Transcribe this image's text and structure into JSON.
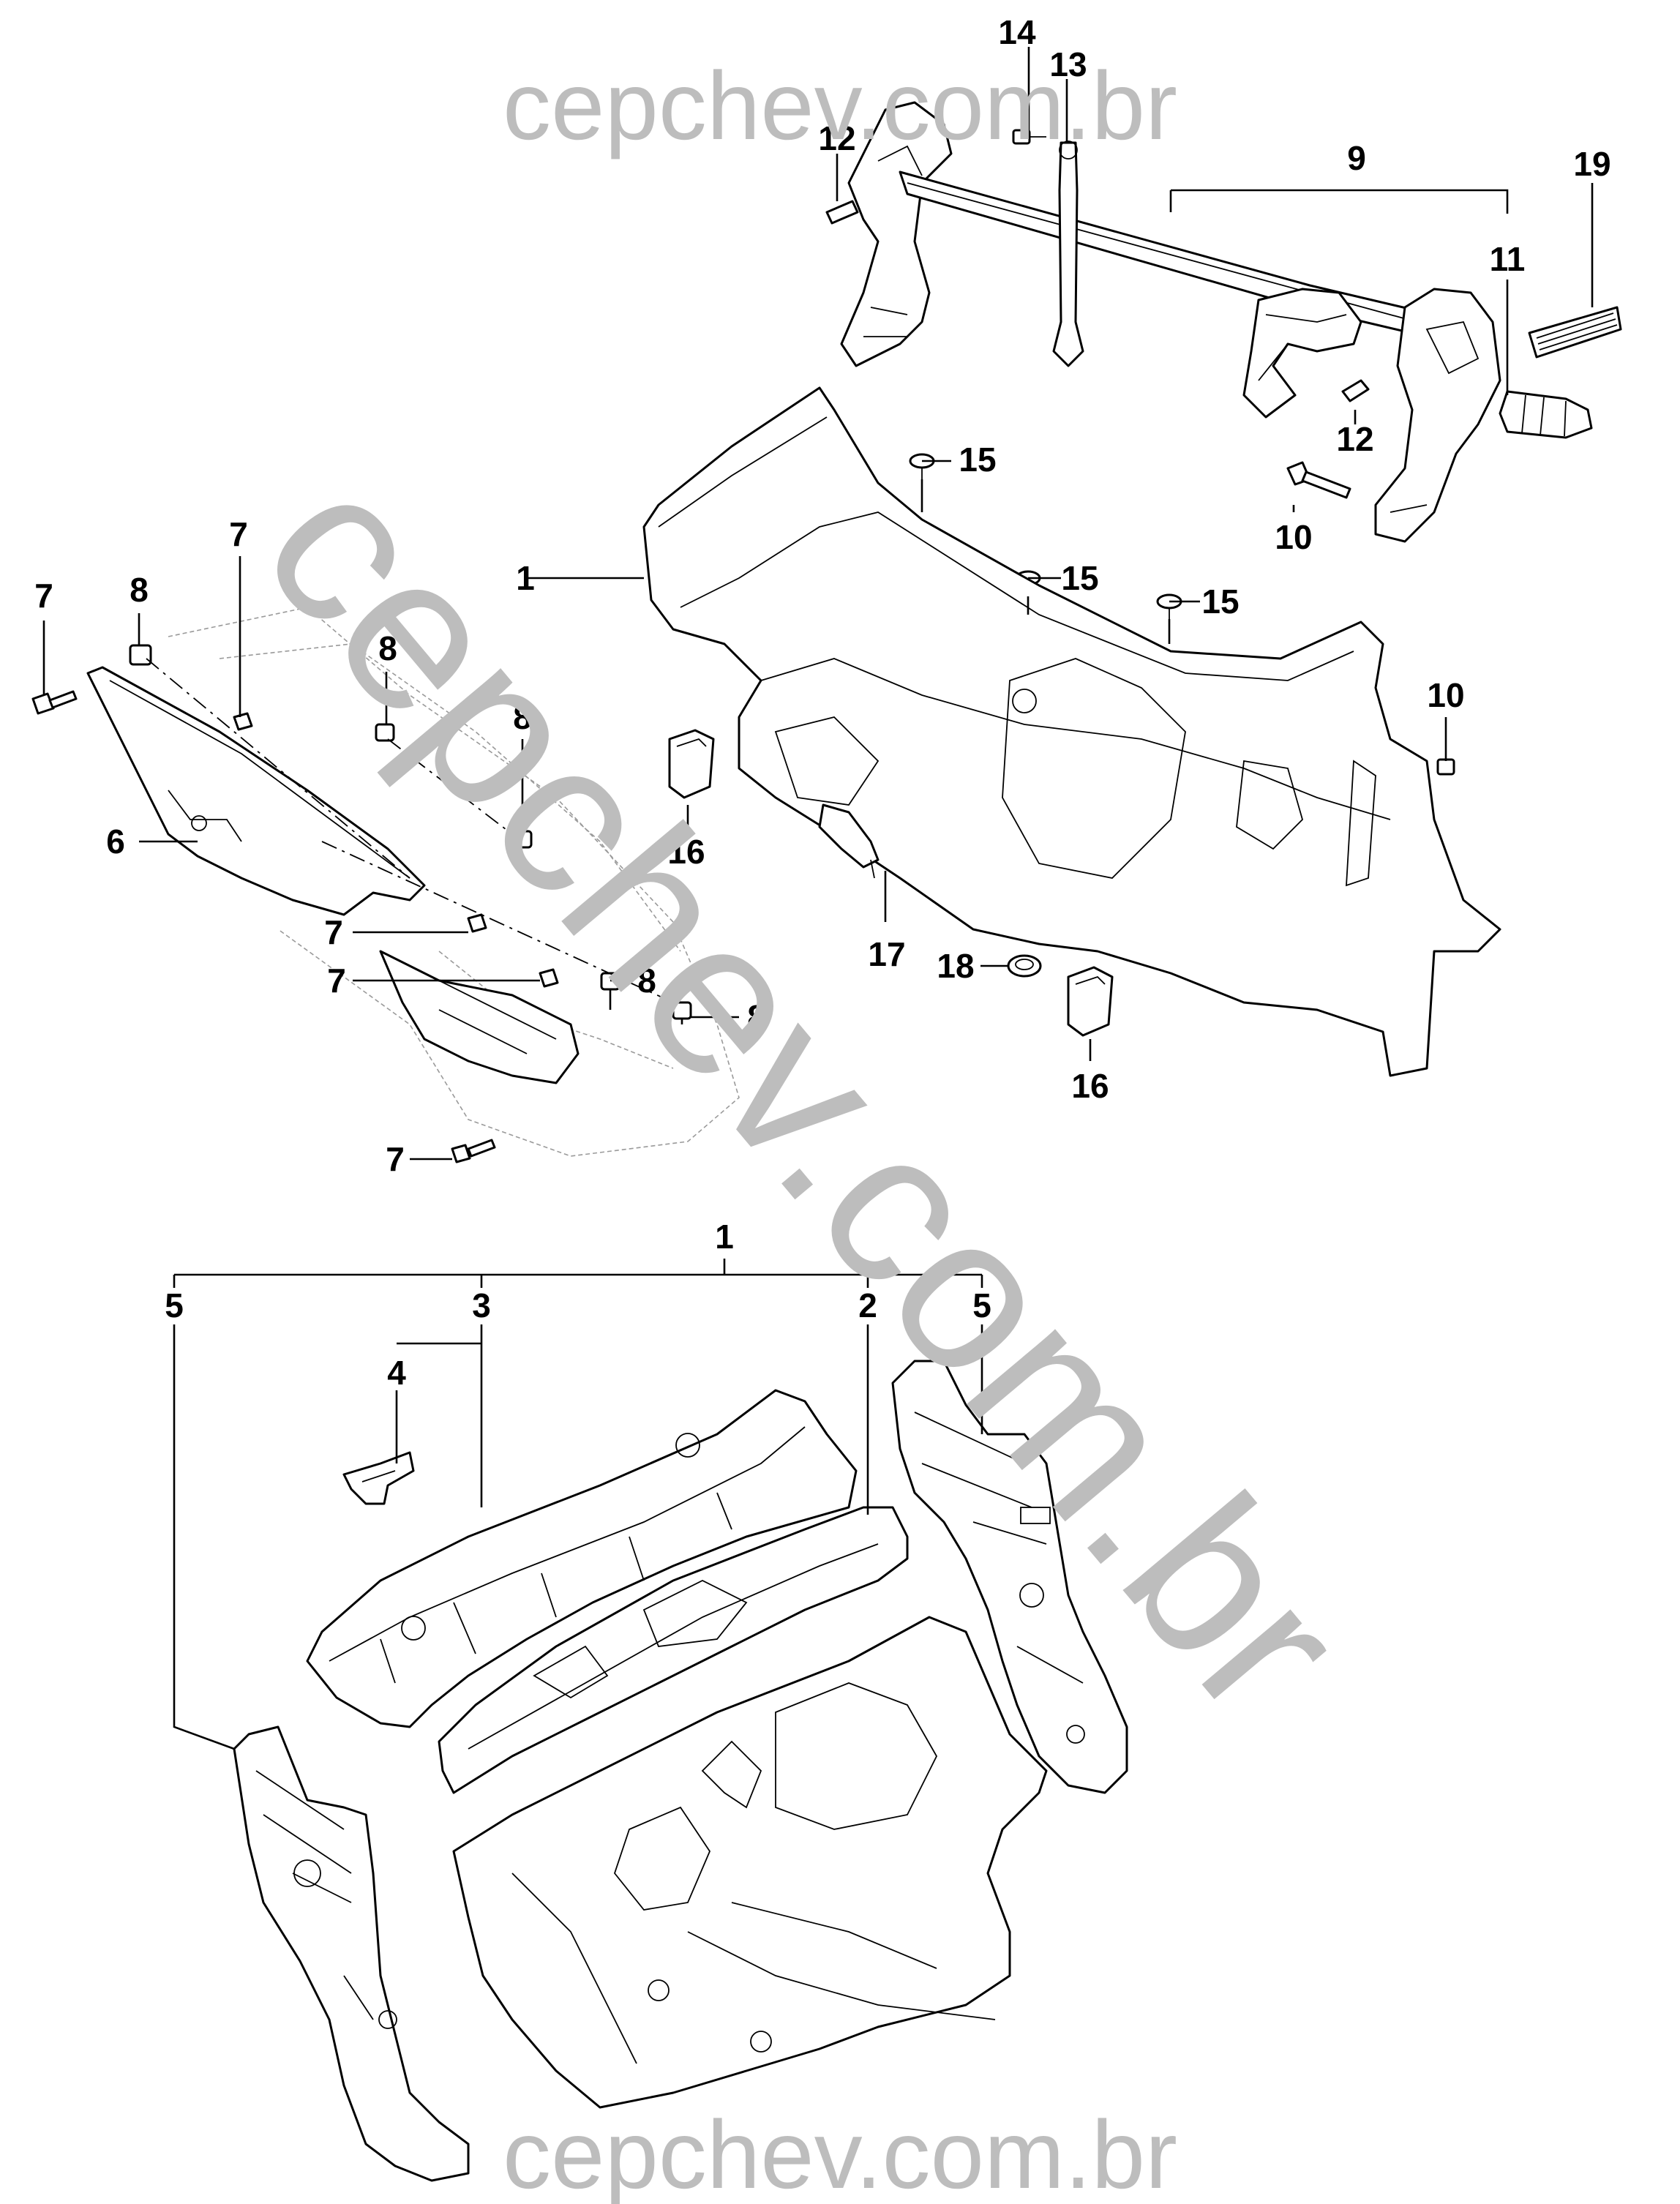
{
  "watermark": {
    "top": "cepchev.com.br",
    "diagonal": "cepchev.com.br",
    "bottom": "cepchev.com.br",
    "color": "#bdbdbd"
  },
  "callouts": {
    "c1a": "1",
    "c1b": "1",
    "c2": "2",
    "c3": "3",
    "c4": "4",
    "c5a": "5",
    "c5b": "5",
    "c6": "6",
    "c7a": "7",
    "c7b": "7",
    "c7c": "7",
    "c7d": "7",
    "c7e": "7",
    "c8a": "8",
    "c8b": "8",
    "c8c": "8",
    "c8d": "8",
    "c8e": "8",
    "c9": "9",
    "c10a": "10",
    "c10b": "10",
    "c11": "11",
    "c12a": "12",
    "c12b": "12",
    "c13": "13",
    "c14": "14",
    "c15a": "15",
    "c15b": "15",
    "c15c": "15",
    "c16a": "16",
    "c16b": "16",
    "c17": "17",
    "c18": "18",
    "c19": "19"
  }
}
